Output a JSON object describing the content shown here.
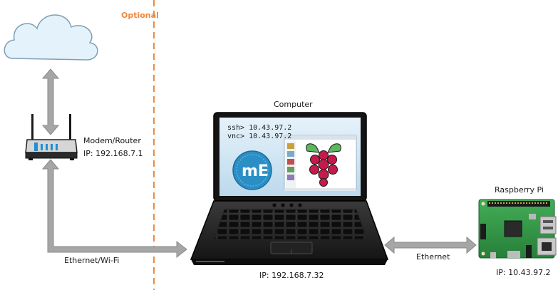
{
  "optional_label": "Optional",
  "router": {
    "name": "Modem/Router",
    "ip": "IP: 192.168.7.1"
  },
  "computer": {
    "name": "Computer",
    "ip": "IP: 192.168.7.32",
    "screen_lines": [
      "ssh> 10.43.97.2",
      "vnc> 10.43.97.2"
    ],
    "logo_text": "mE"
  },
  "raspberry_pi": {
    "name": "Raspberry Pi",
    "ip": "IP: 10.43.97.2"
  },
  "links": {
    "router_computer": "Ethernet/Wi-Fi",
    "computer_pi": "Ethernet"
  },
  "colors": {
    "dashed_line": "#f0883a",
    "arrow": "#a6a6a6",
    "arrow_stroke": "#8a8a8a",
    "cloud": "#e3f2fb",
    "cloud_stroke": "#7f9fb3",
    "pcb": "#2f9a45",
    "raspberry": "#c51a4a",
    "leaf": "#5cb85c"
  }
}
